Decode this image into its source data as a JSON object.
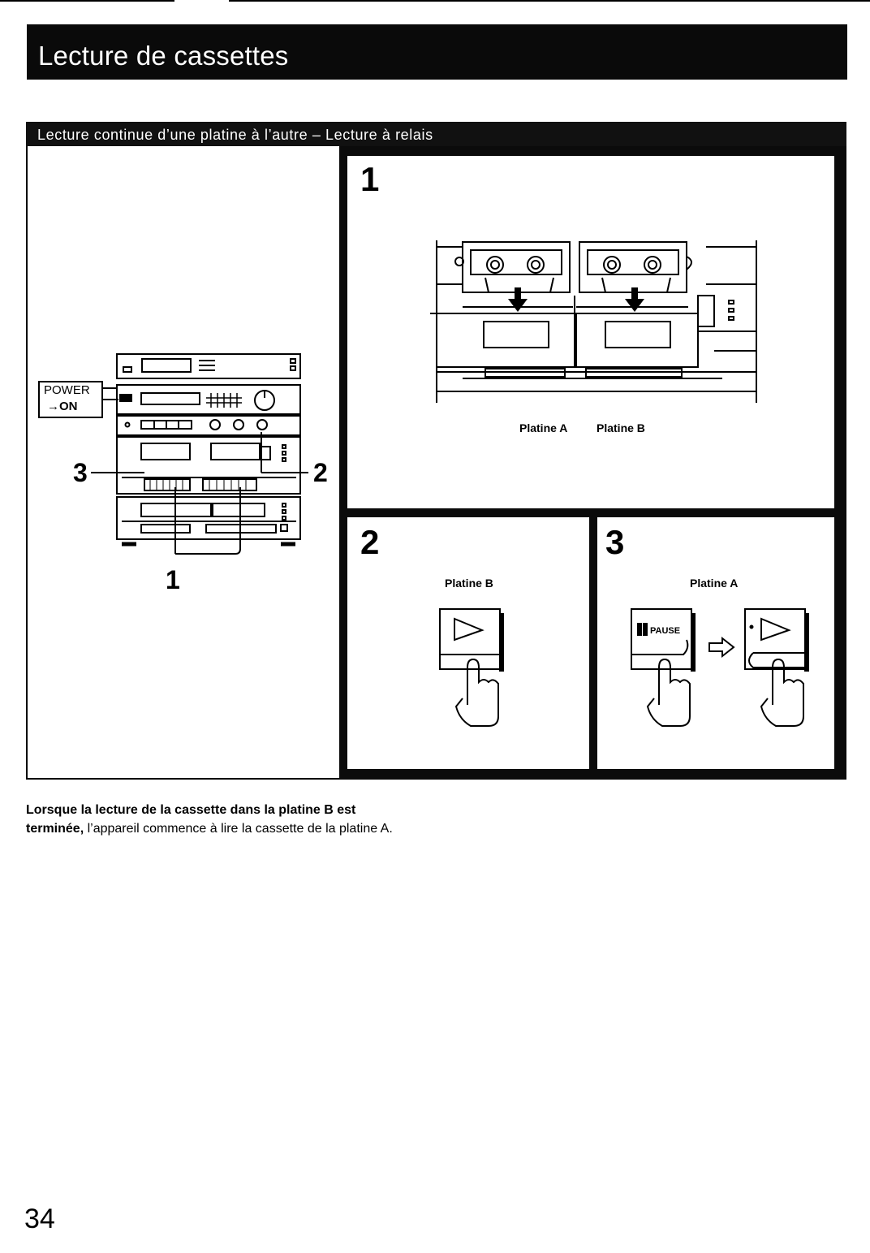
{
  "header": {
    "title": "Lecture de cassettes"
  },
  "section": {
    "title": "Lecture continue d’une platine à l’autre – Lecture à relais"
  },
  "left_figure": {
    "power_label": "POWER",
    "power_on_label": "→ON",
    "callouts": [
      "3",
      "2",
      "1"
    ]
  },
  "step1": {
    "number": "1",
    "deck_a_label": "Platine A",
    "deck_b_label": "Platine B"
  },
  "step2": {
    "number": "2",
    "deck_label": "Platine B"
  },
  "step3": {
    "number": "3",
    "deck_label": "Platine A",
    "pause_label": "PAUSE"
  },
  "caption": {
    "bold": "Lorsque la lecture de la cassette dans la platine B est terminée,",
    "rest": " l’appareil commence à lire la cassette de la platine A."
  },
  "page_number": "34"
}
